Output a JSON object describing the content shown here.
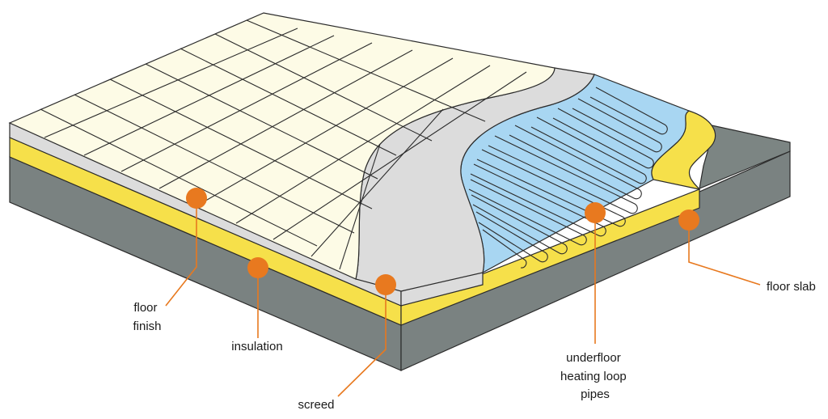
{
  "colors": {
    "tile": "#fdfbe6",
    "tile_lines": "#2a2a2a",
    "screed": "#dcdcdc",
    "insulation": "#f6e04a",
    "slab_top": "#7c8583",
    "slab_side": "#7a8281",
    "pipe_area": "#a8d6f2",
    "marker": "#e8791f",
    "outline": "#2b2b2b"
  },
  "labels": {
    "floor_finish": [
      "floor",
      "finish"
    ],
    "insulation": [
      "insulation"
    ],
    "screed": [
      "screed"
    ],
    "underfloor": [
      "underfloor",
      "heating loop",
      "pipes"
    ],
    "floor_slab": [
      "floor slab"
    ]
  }
}
